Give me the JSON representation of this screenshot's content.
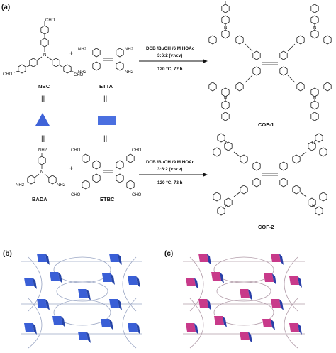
{
  "panels": {
    "a": "(a)",
    "b": "(b)",
    "c": "(c)"
  },
  "monomers": {
    "nbc": {
      "name": "NBC",
      "group": "CHO"
    },
    "etta": {
      "name": "ETTA",
      "group": "NH2"
    },
    "bada": {
      "name": "BADA",
      "group": "NH2"
    },
    "etbc": {
      "name": "ETBC",
      "group": "CHO"
    }
  },
  "operators": {
    "plus": "+",
    "equiv": "||"
  },
  "reactions": [
    {
      "reagents": "DCB /BuOH /6 M HOAc",
      "ratio": "3:6:2  (v:v:v)",
      "temp_time": "120 °C,  72 h",
      "product": "COF-1"
    },
    {
      "reagents": "DCB /BuOH /9 M HOAc",
      "ratio": "3:6:2  (v:v:v)",
      "temp_time": "120 °C,  72 h",
      "product": "COF-2"
    }
  ],
  "colors": {
    "triangle_node": "#3f63d8",
    "rectangle_node": "#4a6fe0",
    "cof1_node": "#3a5fd6",
    "cof2_node_a": "#c83a8a",
    "cof2_node_b": "#2a3fa8"
  },
  "icons": [
    "triangle-node-icon",
    "rectangle-node-icon"
  ]
}
